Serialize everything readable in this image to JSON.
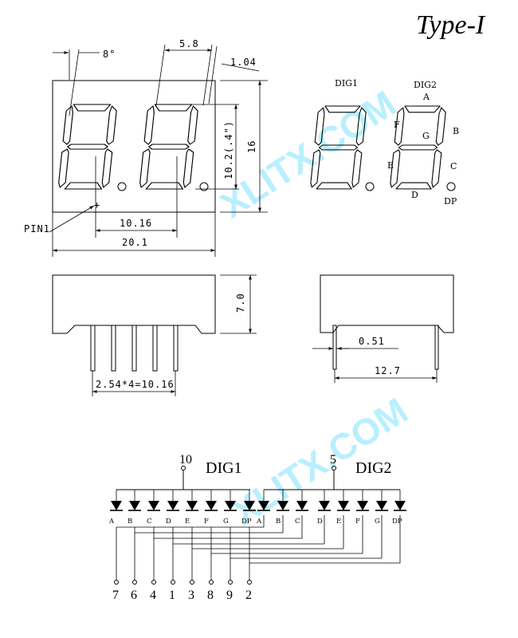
{
  "title": "Type-I",
  "watermark": "XLITX.COM",
  "front_view": {
    "angle": "8°",
    "seg_width": "5.8",
    "seg_thickness": "1.04",
    "digit_height": "10.2(.4\")",
    "body_height": "16",
    "pin_span": "10.16",
    "body_width": "20.1",
    "pin1_label": "PIN1"
  },
  "segment_map": {
    "dig1": "DIG1",
    "dig2": "DIG2",
    "A": "A",
    "B": "B",
    "C": "C",
    "D": "D",
    "E": "E",
    "F": "F",
    "G": "G",
    "DP": "DP"
  },
  "side_view": {
    "height": "7.0",
    "pin_pitch": "2.54*4=10.16"
  },
  "end_view": {
    "pin_dia": "0.51",
    "pin_row_spacing": "12.7"
  },
  "schematic": {
    "dig1_label": "DIG1",
    "dig2_label": "DIG2",
    "dig1_pin": "10",
    "dig2_pin": "5",
    "segments": [
      "A",
      "B",
      "C",
      "D",
      "E",
      "F",
      "G",
      "DP"
    ],
    "bottom_pins": [
      "7",
      "6",
      "4",
      "1",
      "3",
      "8",
      "9",
      "2"
    ]
  }
}
